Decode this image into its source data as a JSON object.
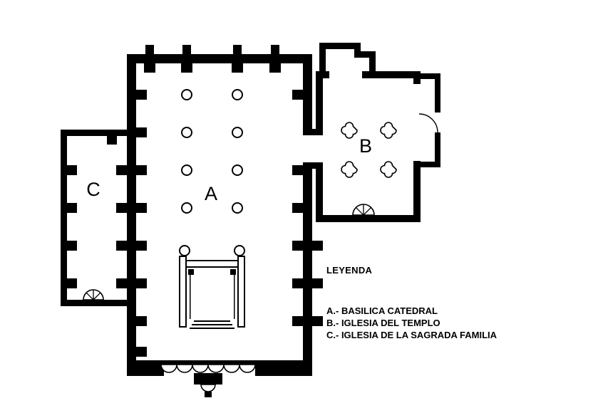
{
  "page": {
    "background_color": "#ffffff",
    "line_color": "#000000"
  },
  "plan": {
    "area_labels": [
      {
        "id": "basilica-catedral",
        "label": "A"
      },
      {
        "id": "iglesia-del-templo",
        "label": "B"
      },
      {
        "id": "iglesia-sagrada-familia",
        "label": "C"
      }
    ]
  },
  "legend": {
    "title": "LEYENDA",
    "items": [
      "A.- BASILICA CATEDRAL",
      "B.- IGLESIA DEL TEMPLO",
      "C.- IGLESIA DE LA SAGRADA FAMILIA"
    ]
  }
}
